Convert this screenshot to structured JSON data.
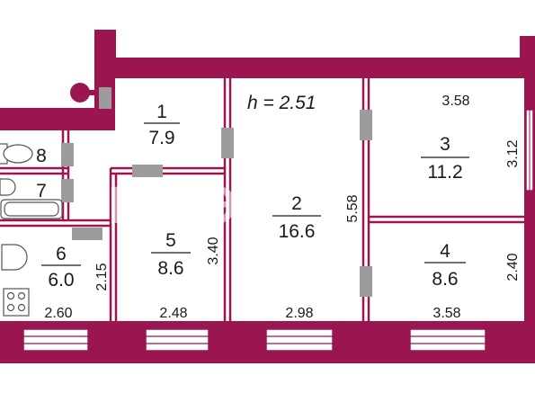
{
  "plan": {
    "ceiling_height": "h = 2.51",
    "watermark": "МИЭЛЬ",
    "rooms": [
      {
        "number": "1",
        "area": "7.9"
      },
      {
        "number": "2",
        "area": "16.6"
      },
      {
        "number": "3",
        "area": "11.2"
      },
      {
        "number": "4",
        "area": "8.6"
      },
      {
        "number": "5",
        "area": "8.6"
      },
      {
        "number": "6",
        "area": "6.0"
      },
      {
        "number": "7",
        "area": ""
      },
      {
        "number": "8",
        "area": ""
      }
    ],
    "dimensions": {
      "room3_top": "3.58",
      "room3_side": "3.12",
      "room2_side": "5.58",
      "room4_side": "2.40",
      "room5_side": "3.40",
      "room6_side": "2.15",
      "bottom_room6": "2.60",
      "bottom_room5": "2.48",
      "bottom_room2": "2.98",
      "bottom_room4": "3.58"
    },
    "colors": {
      "wall": "#9b1650",
      "door_marker": "#9c9c9c"
    }
  }
}
